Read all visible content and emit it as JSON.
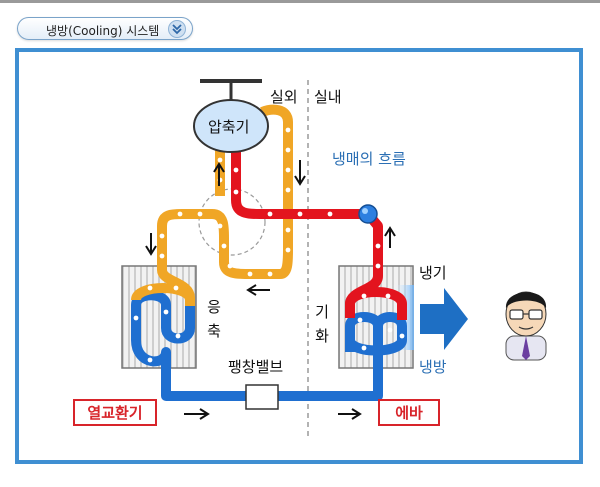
{
  "header": {
    "title": "냉방(Cooling) 시스템",
    "toggle_icon": "double-chevron-down-icon"
  },
  "diagram": {
    "compressor_label": "압축기",
    "outdoor_label": "실외",
    "indoor_label": "실내",
    "flow_title": "냉매의 흐름",
    "condenser_label": "응축",
    "evaporation_label": "기화",
    "cool_air_label": "냉기",
    "cooling_label": "냉방",
    "expansion_valve_label": "팽창밸브",
    "outdoor_unit_label": "열교환기",
    "indoor_unit_label": "에바"
  },
  "colors": {
    "frame": "#3f8fd2",
    "hot_pipe": "#e3141e",
    "warm_pipe": "#f0a626",
    "cold_pipe": "#1f6fd0",
    "label_red": "#d8242a",
    "flow_text": "#2b6fb4"
  },
  "icons": [
    "compressor-icon",
    "expansion-valve-icon",
    "person-icon",
    "arrow-right-icon",
    "flow-arrow-icon"
  ]
}
